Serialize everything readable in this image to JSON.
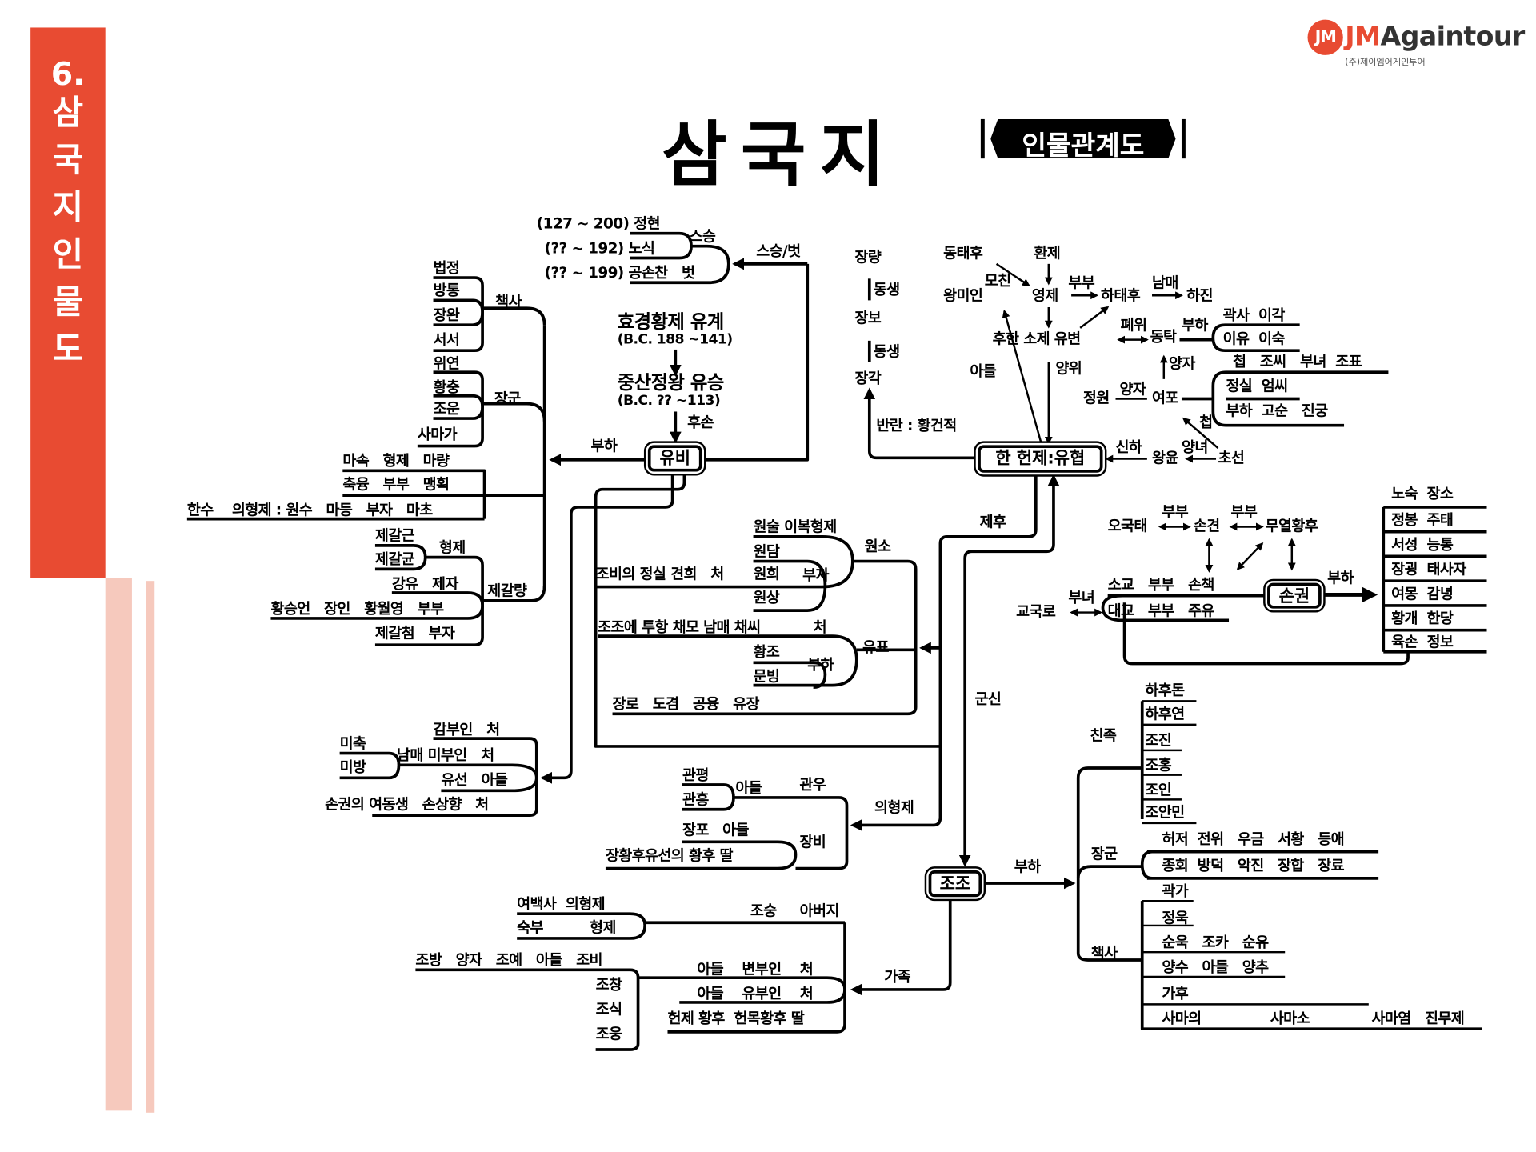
{
  "header": {
    "banner_number": "6.",
    "banner_title": [
      "삼",
      "국",
      "지",
      "인",
      "물",
      "도"
    ],
    "logo_mark": "JM",
    "logo_brand_accent": "JM",
    "logo_brand": "Againtour",
    "logo_sub": "(주)제이엠어게인투어",
    "title": "삼국지",
    "subtitle": "인물관계도"
  },
  "colors": {
    "accent": "#e84b32",
    "stripe": "#f6c9bd",
    "ink": "#000000"
  },
  "liu_bei": {
    "teachers": [
      "(127 ~ 200) 정현",
      "(?? ~ 192) 노식",
      "(?? ~ 199) 공손찬   벗"
    ],
    "teacher_label": "스승",
    "teacher_friend_label": "스승/벗",
    "ancestor1": "효경황제 유계",
    "ancestor1_dates": "(B.C. 188 ~141)",
    "ancestor2": "중산정왕 유승",
    "ancestor2_dates": "(B.C. ?? ~113)",
    "descendant_label": "후손",
    "name": "유비",
    "subordinate_label": "부하",
    "strategists": [
      "법정",
      "방통",
      "장완",
      "서서"
    ],
    "strategist_label": "책사",
    "generals": [
      "위연",
      "황충",
      "조운",
      "사마가"
    ],
    "general_label": "장군",
    "rows": [
      "마속   형제   마량",
      "축융   부부   맹획",
      "한수    의형제 : 원수   마등   부자   마초"
    ],
    "zhuge": {
      "names": [
        "제갈근",
        "제갈균",
        "강유   제자",
        "황승언   장인   황월영   부부",
        "제갈첨   부자"
      ],
      "brothers_label": "형제",
      "name": "제갈량"
    },
    "family": [
      "감부인   처",
      "미축",
      "미방",
      "남매 미부인   처",
      "유선   아들",
      "손권의 여동생   손상향   처"
    ],
    "sworn": {
      "items": [
        "관평",
        "관흥",
        "아들",
        "관우",
        "장포   아들",
        "장황후유선의 황후 딸",
        "장비"
      ],
      "label": "의형제"
    }
  },
  "yuan_liu": {
    "items": [
      "원술 이복형제",
      "원담",
      "조비의 정실 견희   처",
      "원희",
      "원상",
      "부자",
      "원소",
      "조조에 투항 채모 남매 채씨",
      "처",
      "황조",
      "문빙",
      "부하",
      "유표",
      "장로   도겸   공융   유장"
    ]
  },
  "han": {
    "zhang": [
      "장량",
      "동생",
      "장보",
      "동생",
      "장각",
      "반란 : 황건적"
    ],
    "court": [
      "동태후",
      "환제",
      "모친",
      "왕미인",
      "영제",
      "부부",
      "하태후",
      "남매",
      "하진",
      "후한 소제 유변",
      "폐위",
      "동탁",
      "부하",
      "곽사  이각",
      "이유  이숙",
      "아들",
      "양위",
      "양자",
      "첩   조씨   부녀  조표",
      "정원",
      "양자",
      "여포",
      "정실  엄씨",
      "부하  고순   진궁",
      "첩",
      "신하",
      "양녀",
      "왕윤",
      "초선"
    ],
    "emperor": "한 헌제:유협",
    "vassal_label": "제후",
    "minister_label": "군신"
  },
  "sun": {
    "items": [
      "오국태",
      "부부",
      "손견",
      "부부",
      "무열황후",
      "교국로",
      "부녀",
      "소교   부부   손책",
      "대교   부부   주유",
      "부하"
    ],
    "name": "손권",
    "subordinates": [
      "노숙  장소",
      "정봉  주태",
      "서성  능통",
      "장굉  태사자",
      "여몽  감녕",
      "황개  한당",
      "육손  정보"
    ]
  },
  "cao": {
    "name": "조조",
    "subordinate_label": "부하",
    "family_label": "가족",
    "kin_label": "친족",
    "kin": [
      "하후돈",
      "하후연",
      "조진",
      "조홍",
      "조인",
      "조안민"
    ],
    "general_label": "장군",
    "generals": [
      "허저  전위   우금   서황   등애",
      "종회  방덕   악진   장합   장료"
    ],
    "strategist_label": "책사",
    "strategists": [
      "곽가",
      "정욱",
      "순욱   조카   순유",
      "양수   아들   양추",
      "가후",
      "사마의",
      "사마소",
      "사마염   진무제"
    ],
    "family": [
      "여백사  의형제",
      "숙부          형제",
      "조숭     아버지",
      "조방   양자   조예   아들   조비",
      "조창",
      "조식",
      "조웅",
      "아들    변부인    처",
      "아들    유부인    처",
      "헌제 황후  헌목황후 딸"
    ]
  }
}
